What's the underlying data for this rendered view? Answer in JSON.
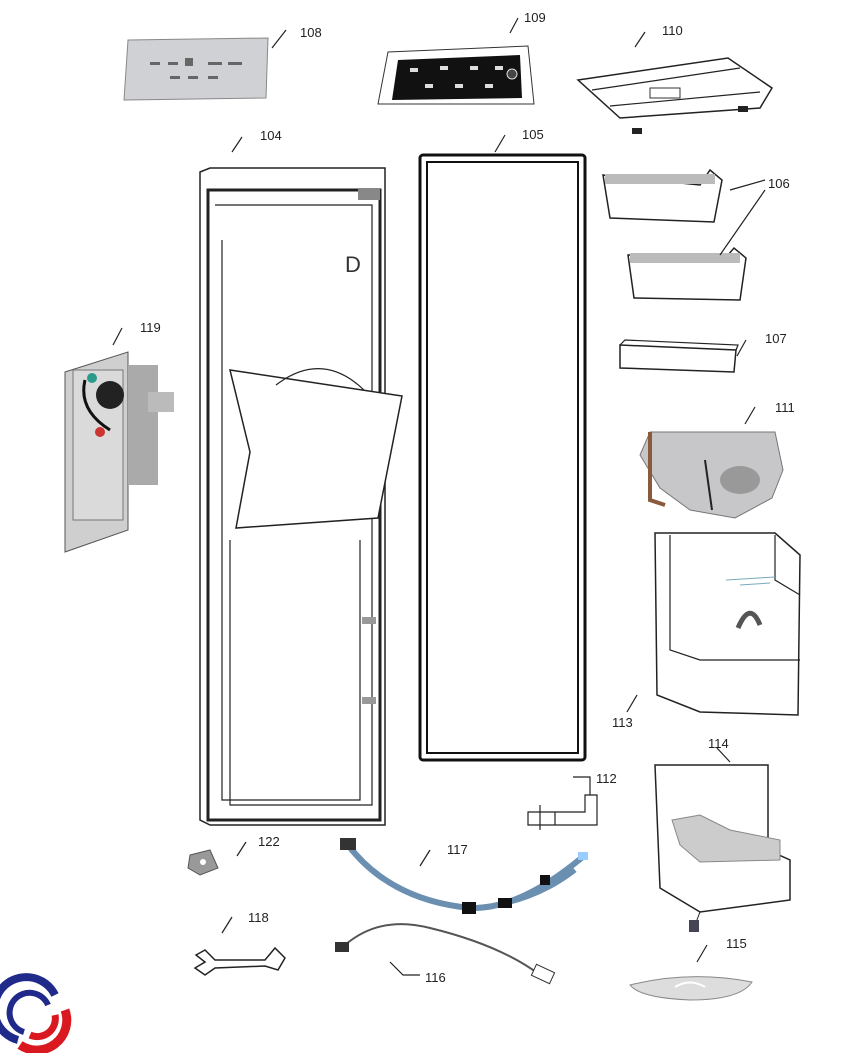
{
  "title": "Refrigerator door parts diagram",
  "parts": {
    "p104": "104",
    "p105": "105",
    "p106": "106",
    "p107": "107",
    "p108": "108",
    "p109": "109",
    "p110": "110",
    "p111": "111",
    "p112": "112",
    "p113": "113",
    "p114": "114",
    "p115": "115",
    "p116": "116",
    "p117": "117",
    "p118": "118",
    "p119": "119",
    "p122": "122"
  },
  "colors": {
    "logo_blue": "#1f2a8a",
    "logo_red": "#d9191f",
    "cable_blue": "#6a8fb0"
  }
}
